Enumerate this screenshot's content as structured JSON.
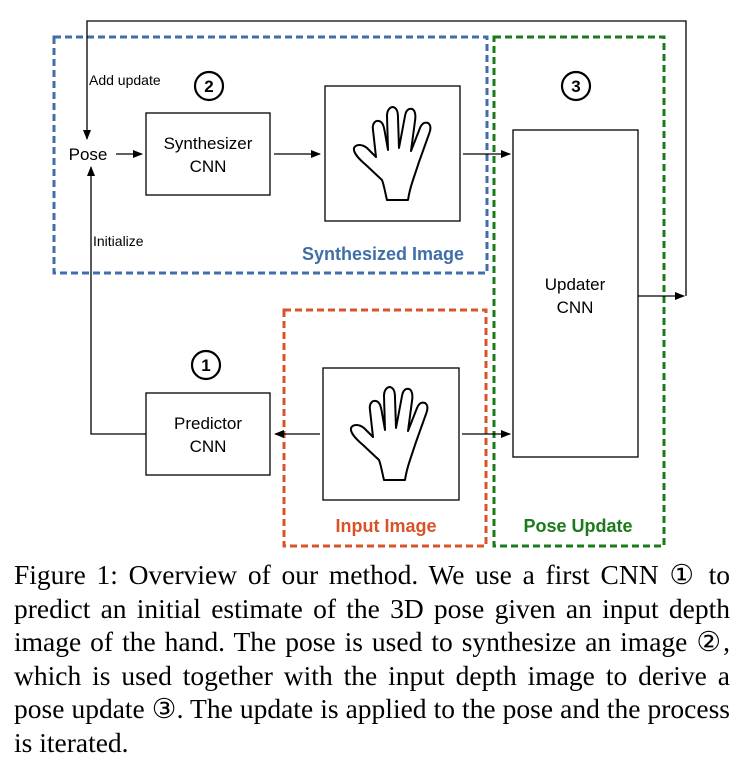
{
  "diagram": {
    "nodes": {
      "pose": "Pose",
      "synth_l1": "Synthesizer",
      "synth_l2": "CNN",
      "pred_l1": "Predictor",
      "pred_l2": "CNN",
      "upd_l1": "Updater",
      "upd_l2": "CNN"
    },
    "badges": {
      "one": "1",
      "two": "2",
      "three": "3"
    },
    "edge_labels": {
      "add_update": "Add update",
      "initialize": "Initialize"
    },
    "groups": {
      "synthesized": "Synthesized Image",
      "input": "Input Image",
      "pose_update": "Pose Update"
    },
    "colors": {
      "synthesized": "#3f6ea8",
      "input": "#d9532a",
      "pose_update": "#1b7a1b"
    },
    "icons": {
      "hand": "hand-outline-icon"
    }
  },
  "caption": {
    "lines": [
      "Figure 1: Overview of our method. We use a first CNN ①",
      "to predict an initial estimate of the 3D pose given an input",
      "depth image of the hand. The pose is used to synthesize an",
      "image ②, which is used together with the input depth image",
      "to derive a pose update ③. The update is applied to the pose",
      "and the process is iterated."
    ]
  }
}
